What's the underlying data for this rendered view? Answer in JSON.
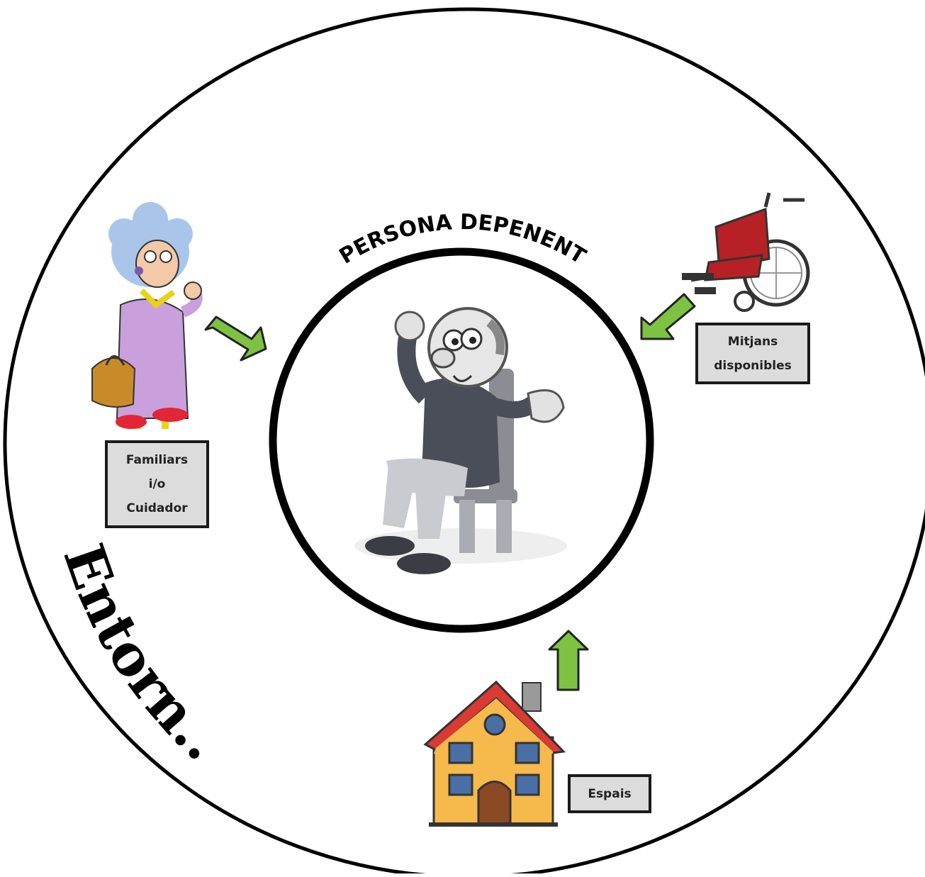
{
  "diagram": {
    "outer_ring_label": "Entorn...",
    "inner_ring_label": "PERSONA DEPENENT",
    "nodes": [
      {
        "id": "familiars",
        "lines": [
          "Familiars",
          "i/o",
          "Cuidador"
        ],
        "icon": "grandmother-figure"
      },
      {
        "id": "mitjans",
        "lines": [
          "Mitjans",
          "disponibles"
        ],
        "icon": "wheelchair"
      },
      {
        "id": "espais",
        "lines": [
          "Espais"
        ],
        "icon": "house"
      }
    ],
    "center_icon": "elderly-man-in-chair",
    "arrow_color": "#7dc242",
    "label_box_fill": "#dcdcdc"
  }
}
